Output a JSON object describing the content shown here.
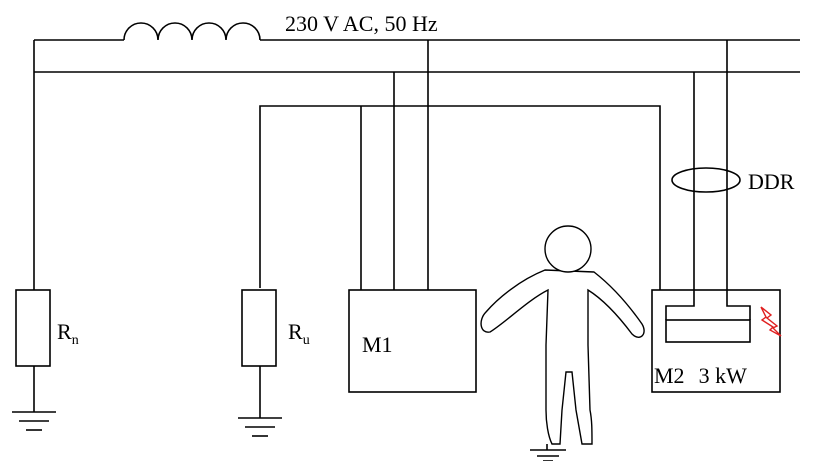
{
  "source": {
    "label": "230 V AC, 50 Hz"
  },
  "resistors": {
    "rn": {
      "main": "R",
      "sub": "n"
    },
    "ru": {
      "main": "R",
      "sub": "u"
    }
  },
  "rcd": {
    "label": "DDR"
  },
  "machines": {
    "m1": {
      "label": "M1"
    },
    "m2": {
      "label": "M2",
      "power": "3 kW"
    }
  },
  "colors": {
    "wire": "#000000",
    "fault": "#e02020"
  },
  "icons": {
    "fault": "lightning-icon",
    "ground": "ground-icon"
  }
}
